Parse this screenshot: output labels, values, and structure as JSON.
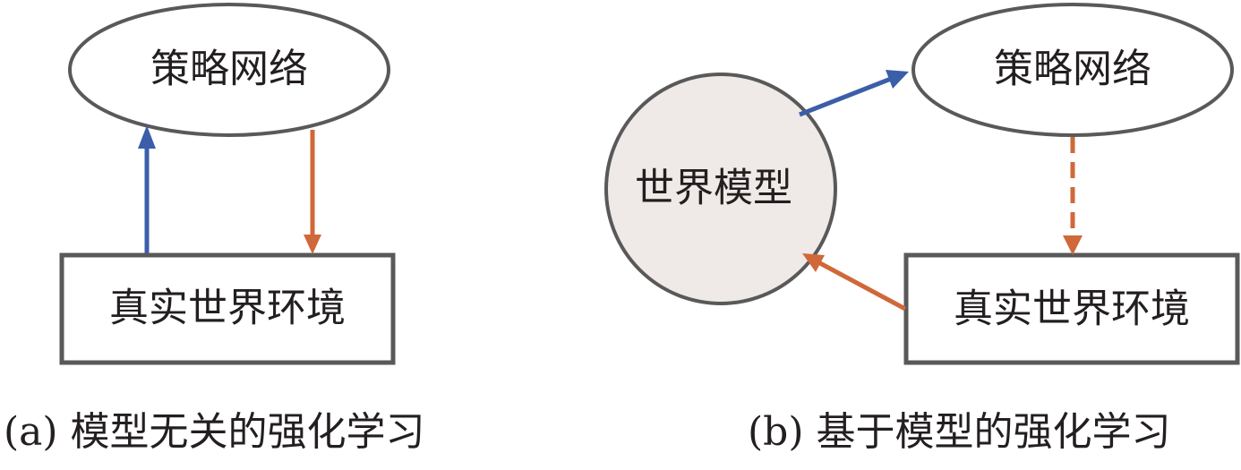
{
  "colors": {
    "stroke": "#595959",
    "text": "#231f20",
    "blue_arrow": "#3b5ea8",
    "orange_arrow": "#d0683a",
    "world_model_fill": "#efe9e7"
  },
  "panel_a": {
    "policy_label": "策略网络",
    "env_label": "真实世界环境",
    "caption": "(a) 模型无关的强化学习"
  },
  "panel_b": {
    "policy_label": "策略网络",
    "world_model_label": "世界模型",
    "env_label": "真实世界环境",
    "caption": "(b) 基于模型的强化学习"
  }
}
